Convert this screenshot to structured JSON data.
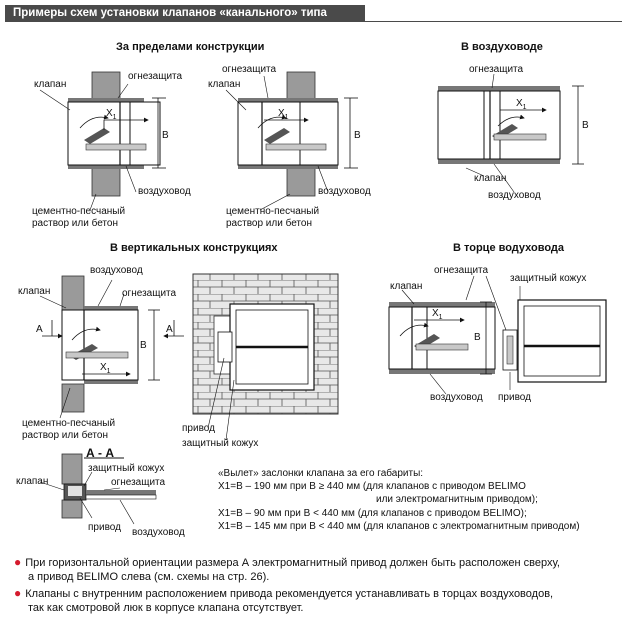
{
  "header": {
    "title": "Примеры схем установки клапанов «канального» типа"
  },
  "sections": {
    "outside": "За пределами конструкции",
    "in_duct": "В воздуховоде",
    "vertical": "В вертикальных конструкциях",
    "duct_end": "В торце водуховода",
    "section_aa": "А - А"
  },
  "labels": {
    "klapan": "клапан",
    "ognezashchita": "огнезащита",
    "vozdukhovod": "воздуховод",
    "cement_line1": "цементно-песчаный",
    "cement_line2": "раствор или бетон",
    "x1": "X",
    "x1_sub": "1",
    "b": "B",
    "a": "A",
    "privod": "привод",
    "zashchitny_kozhukh": "защитный кожух"
  },
  "notes": {
    "line1": "«Вылет» заслонки клапана за его габариты:",
    "line2": "X1=B – 190 мм при B ≥ 440 мм (для клапанов с приводом BELIMO",
    "line3": "или электромагнитным приводом);",
    "line4": "X1=B – 90 мм при B < 440 мм (для клапанов с приводом BELIMO);",
    "line5": "X1=B – 145 мм при B < 440 мм (для клапанов с электромагнитным приводом)"
  },
  "bullets": {
    "b1_line1": "При горизонтальной ориентации размера А электромагнитный привод должен быть расположен сверху,",
    "b1_line2": "а привод BELIMO слева (см. схемы на стр. 26).",
    "b2_line1": "Клапаны с внутренним расположением привода рекомендуется устанавливать в торцах воздуховодов,",
    "b2_line2": "так как смотровой люк в корпусе клапана отсутствует."
  },
  "colors": {
    "header_bg": "#4a4a4a",
    "bullet": "#d51a2d",
    "wall": "#9a9a9a",
    "duct": "#c8c8c8"
  }
}
